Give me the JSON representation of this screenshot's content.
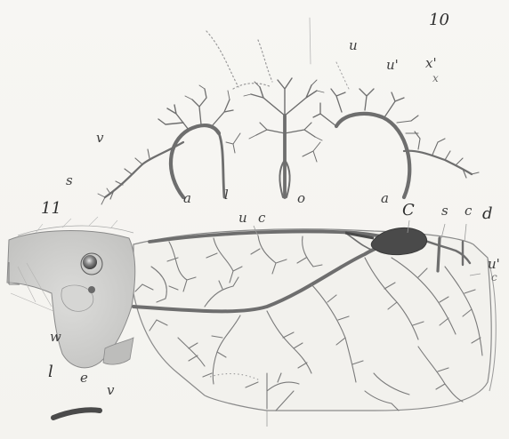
{
  "figure_numbers": {
    "top": "10",
    "bottom": "11"
  },
  "labels_fig10": {
    "u": "u",
    "u_prime": "u'",
    "x_prime": "x'",
    "x": "x",
    "v": "v",
    "s": "s",
    "a_left": "a",
    "l": "l",
    "o": "o",
    "a_right": "a"
  },
  "labels_fig11": {
    "u": "u",
    "c_top": "c",
    "C": "C",
    "s": "s",
    "c_right": "c",
    "d": "d",
    "u_prime": "u'",
    "c_small": "c",
    "w": "w",
    "l": "l",
    "e": "e",
    "v": "v"
  },
  "colors": {
    "vessel": "#6e6e6e",
    "heart": "#4a4a4a",
    "ink": "#3e3e3e",
    "paper": "#f6f5f2"
  }
}
